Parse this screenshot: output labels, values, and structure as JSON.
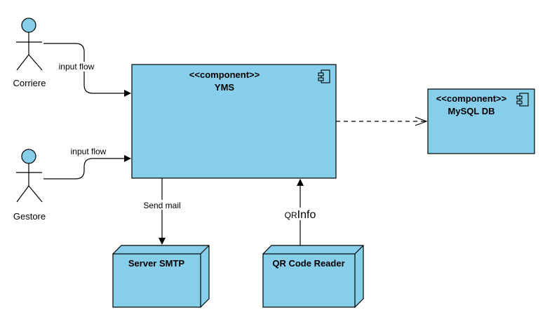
{
  "colors": {
    "fill": "#87CEEB",
    "stroke": "#000000",
    "background": "#FFFFFF"
  },
  "actors": {
    "corriere": {
      "label": "Corriere"
    },
    "gestore": {
      "label": "Gestore"
    }
  },
  "components": {
    "yms": {
      "stereotype": "<<component>>",
      "name": "YMS",
      "icon": "component-icon"
    },
    "mysql": {
      "stereotype": "<<component>>",
      "name": "MySQL DB",
      "icon": "component-icon"
    }
  },
  "nodes": {
    "smtp": {
      "label": "Server SMTP"
    },
    "qr_reader": {
      "label": "QR Code Reader"
    }
  },
  "edges": {
    "corriere_to_yms": {
      "label": "input flow"
    },
    "gestore_to_yms": {
      "label": "input flow"
    },
    "yms_to_smtp": {
      "label": "Send mail"
    },
    "qr_to_yms": {
      "label_small": "QR",
      "label_large": "Info"
    },
    "yms_to_mysql": {
      "label": ""
    }
  }
}
